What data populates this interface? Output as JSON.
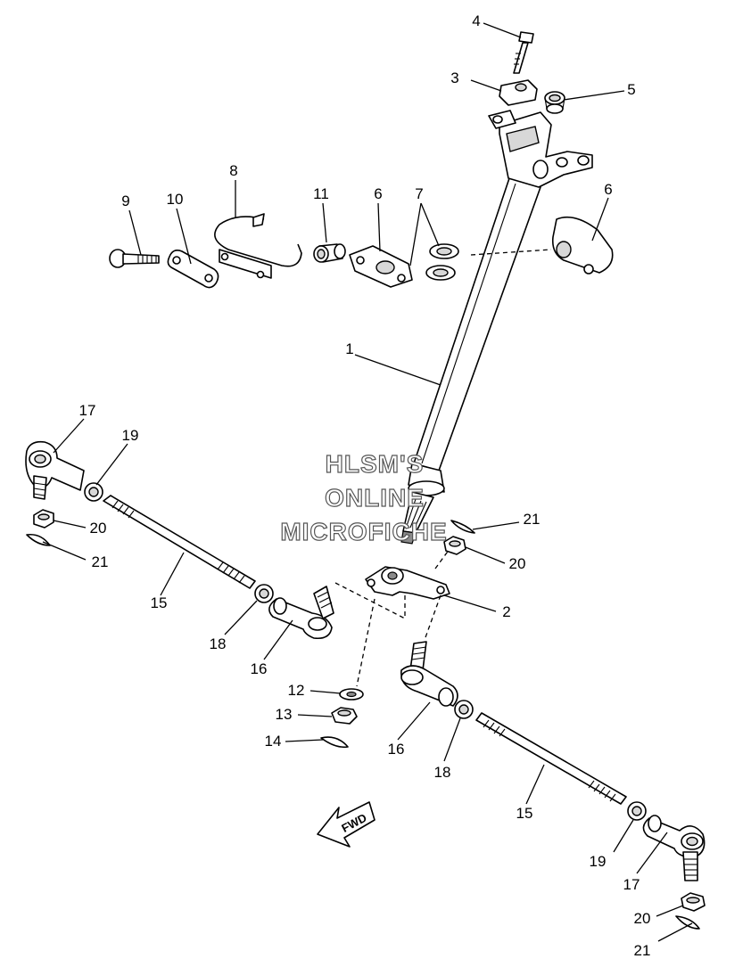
{
  "watermark": {
    "line1": "HLSM'S",
    "line2": "ONLINE",
    "line3": "MICROFICHE"
  },
  "fwd_label": "FWD",
  "callouts": [
    {
      "id": "c1",
      "label": "1"
    },
    {
      "id": "c2",
      "label": "2"
    },
    {
      "id": "c3",
      "label": "3"
    },
    {
      "id": "c4",
      "label": "4"
    },
    {
      "id": "c5",
      "label": "5"
    },
    {
      "id": "c6a",
      "label": "6"
    },
    {
      "id": "c6b",
      "label": "6"
    },
    {
      "id": "c7",
      "label": "7"
    },
    {
      "id": "c8",
      "label": "8"
    },
    {
      "id": "c9",
      "label": "9"
    },
    {
      "id": "c10",
      "label": "10"
    },
    {
      "id": "c11",
      "label": "11"
    },
    {
      "id": "c12",
      "label": "12"
    },
    {
      "id": "c13",
      "label": "13"
    },
    {
      "id": "c14",
      "label": "14"
    },
    {
      "id": "c15a",
      "label": "15"
    },
    {
      "id": "c15b",
      "label": "15"
    },
    {
      "id": "c16a",
      "label": "16"
    },
    {
      "id": "c16b",
      "label": "16"
    },
    {
      "id": "c17a",
      "label": "17"
    },
    {
      "id": "c17b",
      "label": "17"
    },
    {
      "id": "c18a",
      "label": "18"
    },
    {
      "id": "c18b",
      "label": "18"
    },
    {
      "id": "c19a",
      "label": "19"
    },
    {
      "id": "c19b",
      "label": "19"
    },
    {
      "id": "c20a",
      "label": "20"
    },
    {
      "id": "c20b",
      "label": "20"
    },
    {
      "id": "c20c",
      "label": "20"
    },
    {
      "id": "c21a",
      "label": "21"
    },
    {
      "id": "c21b",
      "label": "21"
    },
    {
      "id": "c21c",
      "label": "21"
    }
  ]
}
